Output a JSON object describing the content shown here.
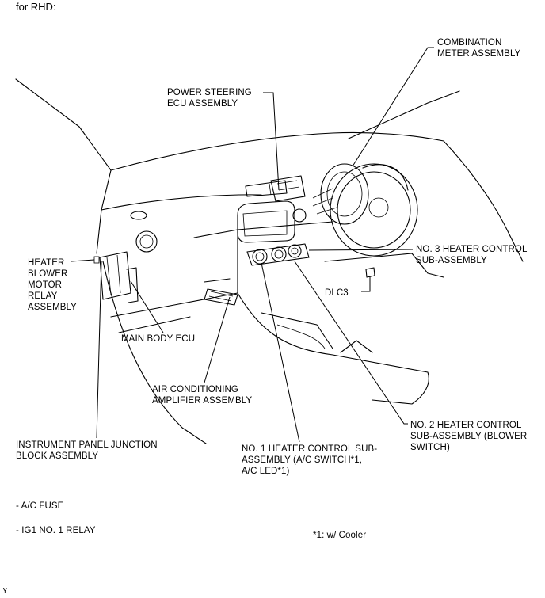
{
  "header": {
    "title": "for RHD:"
  },
  "labels": {
    "combination_meter": "COMBINATION\nMETER ASSEMBLY",
    "power_steering_ecu": "POWER STEERING\nECU ASSEMBLY",
    "heater_blower_relay": "HEATER\nBLOWER\nMOTOR\nRELAY\nASSEMBLY",
    "no3_heater_control": "NO. 3 HEATER CONTROL\nSUB-ASSEMBLY",
    "dlc3": "DLC3",
    "main_body_ecu": "MAIN BODY ECU",
    "ac_amplifier": "AIR CONDITIONING\nAMPLIFIER ASSEMBLY",
    "no2_heater_control": "NO. 2 HEATER CONTROL\nSUB-ASSEMBLY (BLOWER\nSWITCH)",
    "instrument_panel_jb": "INSTRUMENT PANEL JUNCTION\nBLOCK ASSEMBLY",
    "no1_heater_control": "NO. 1 HEATER CONTROL SUB-\nASSEMBLY (A/C SWITCH*1,\nA/C LED*1)"
  },
  "notes": {
    "ac_fuse": "- A/C FUSE",
    "ig1_relay": "- IG1 NO. 1 RELAY",
    "footnote": "*1: w/ Cooler",
    "corner": "Y"
  }
}
